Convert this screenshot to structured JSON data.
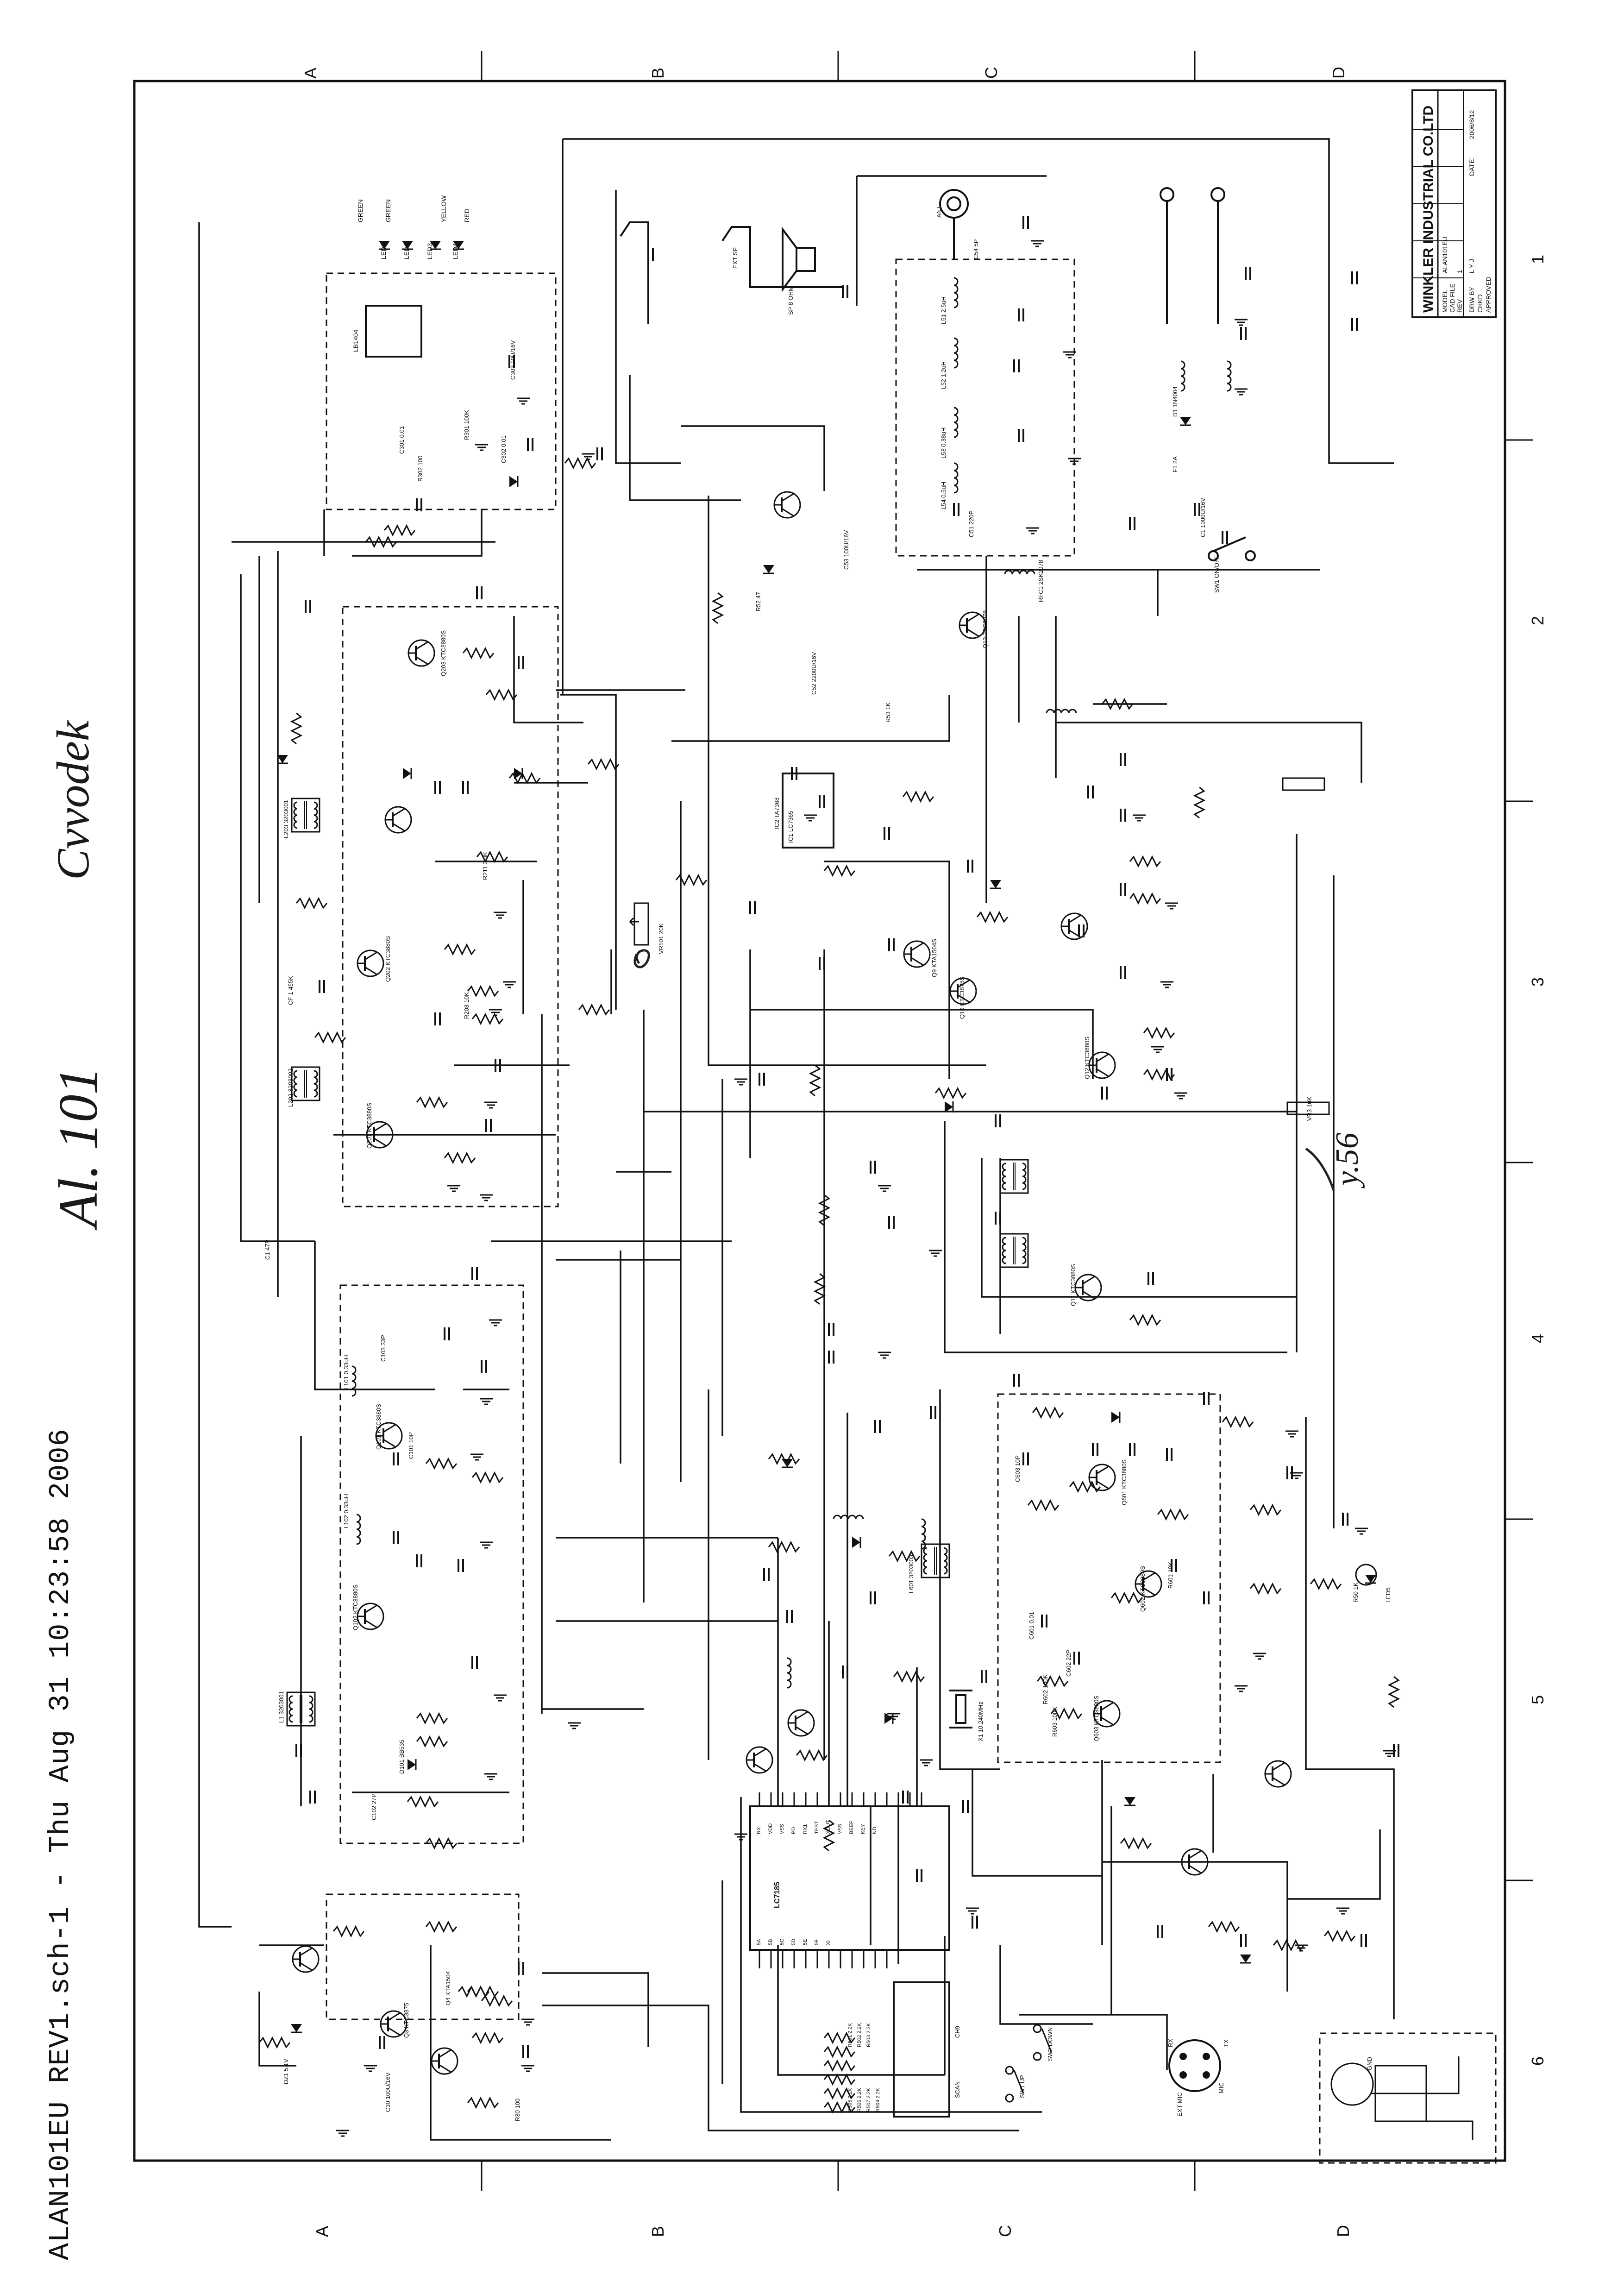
{
  "sheet_title": "ALAN101EU REV1.sch-1 - Thu Aug 31 10:23:58 2006",
  "handwritten": {
    "model_note": "Al. 101",
    "brand_note": "Cvvodek",
    "corner_note": "y.56"
  },
  "grid": {
    "columns": [
      "A",
      "B",
      "C",
      "D"
    ],
    "rows": [
      "1",
      "2",
      "3",
      "4",
      "5",
      "6"
    ]
  },
  "title_block": {
    "company": "WINKLER INDUSTRIAL CO.LTD",
    "rows": [
      {
        "label": "MODEL",
        "value": "ALAN101EU"
      },
      {
        "label": "CAD FILE",
        "value": ""
      },
      {
        "label": "REV",
        "value": "1"
      },
      {
        "label": "DRW BY",
        "value": "L Y J"
      },
      {
        "label": "CHKD",
        "value": ""
      },
      {
        "label": "APPROVED",
        "value": ""
      }
    ],
    "date_label": "DATE:",
    "date_value": "2006/8/12"
  },
  "sections": {
    "led_block": {
      "leds": [
        "LED1",
        "LED2",
        "LED3",
        "LED4"
      ],
      "colors": [
        "GREEN",
        "GREEN",
        "YELLOW",
        "RED"
      ],
      "ic": "LB1404",
      "parts": [
        "R301 100K",
        "R302 100",
        "C301 0.01",
        "C302 0.01",
        "C303 10U/16V"
      ]
    },
    "receiver_block": {
      "parts": [
        "Q203 KTC3880S",
        "Q202 KTC3880S",
        "Q201 KTC3880S",
        "L203 3203001",
        "L202 3203002",
        "CF-1 455K",
        "C1 47P",
        "R208 10K",
        "R211 3.3K",
        "VR101 20K"
      ]
    },
    "rf_block": {
      "parts": [
        "Q101 KTC3880S",
        "Q102 KTC3880S",
        "L101 0.33uH",
        "L102 0.33uH",
        "L1 3203001",
        "C101 10P",
        "C102 27P",
        "C103 33P",
        "D101 BB535"
      ]
    },
    "audio_block": {
      "parts": [
        "IC1 LC7365",
        "IC2 TA7368",
        "Q9 KTA1504S",
        "Q10 KTC3875S",
        "C52 2200U/16V",
        "C53 100U/16V",
        "R52 47",
        "R53 1K",
        "SP 8 OHM"
      ]
    },
    "tx_block": {
      "parts": [
        "Q11 KTC3880S",
        "Q12 KTC3880S",
        "Q13 2SC2078",
        "L51 2.5uH",
        "L52 1.2uH",
        "L53 0.38uH",
        "L54 0.5uH",
        "C51 220P",
        "C54 5P",
        "RFC1 2SK2078"
      ]
    },
    "pll_block": {
      "ic": "LC7185",
      "pins": [
        "RX",
        "VDD",
        "VSS",
        "PD",
        "RX1",
        "TEST",
        "XOUT",
        "VSS",
        "BEEP",
        "KEY",
        "ND",
        "5A",
        "5B",
        "5C",
        "5D",
        "5E",
        "5F",
        "XI"
      ],
      "crystal": "X1 10.240MHz",
      "parts": [
        "R501 2.2K",
        "R502 2.2K",
        "R503 2.2K",
        "R504 2.2K",
        "R505 2.2K",
        "R506 2.2K",
        "R507 2.2K"
      ]
    },
    "vco_block": {
      "parts": [
        "Q601 KTC3880S",
        "Q602 KTC3880S",
        "Q603 KTC3880S",
        "L601 3203003",
        "C601 0.01",
        "C602 22P",
        "C603 10P",
        "R601 10K",
        "R602 100K",
        "R603 100K"
      ]
    },
    "power_block": {
      "parts": [
        "C1 1000U/16V",
        "F1 2A",
        "SW1 ON/OFF",
        "D1 1N4004",
        "VR3 10K",
        "R50 1K",
        "LED5"
      ]
    },
    "mic_block": {
      "labels": [
        "MIC",
        "RX",
        "TX",
        "GND"
      ],
      "parts": [
        "Q4 KTA1504",
        "Q3 KTC3875",
        "DZ1 5.1V",
        "C30 100U/16V",
        "R30 100"
      ]
    },
    "keypad": {
      "labels": [
        "SW1 UP",
        "SW2 DOWN",
        "CH9",
        "SCAN"
      ]
    },
    "connectors": {
      "labels": [
        "ANT",
        "EXT SP",
        "EXT MIC"
      ]
    }
  }
}
